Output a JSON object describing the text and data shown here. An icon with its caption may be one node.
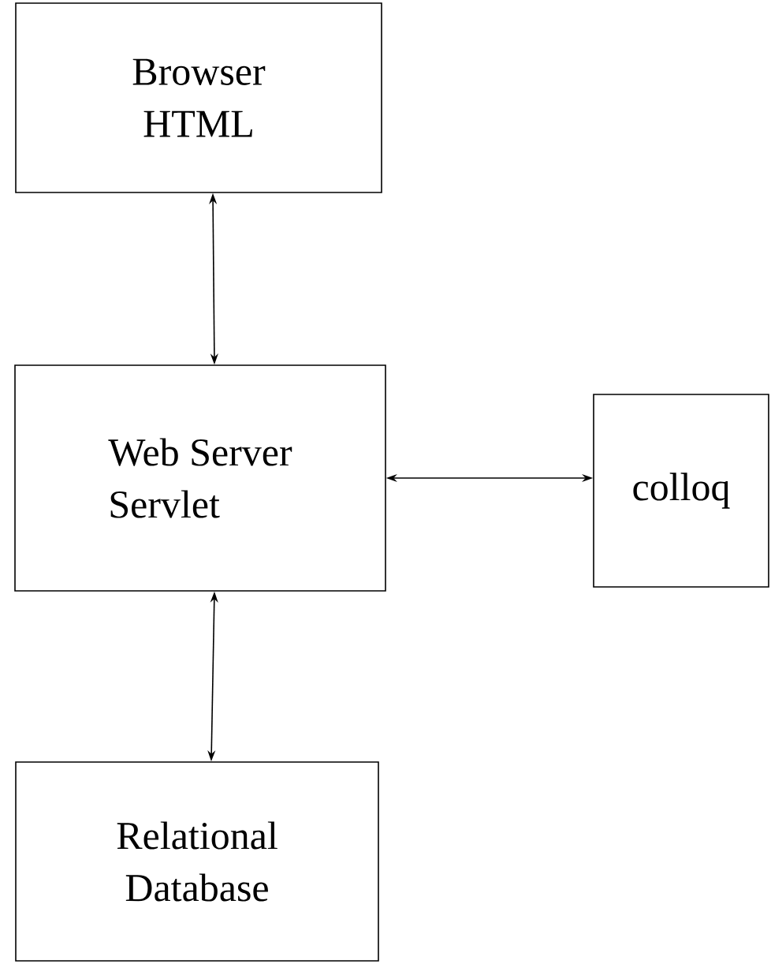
{
  "diagram": {
    "nodes": [
      {
        "text": [
          "Browser",
          "HTML"
        ]
      },
      {
        "text": [
          "Web Server",
          "Servlet"
        ]
      },
      {
        "text": [
          "colloq"
        ]
      },
      {
        "text": [
          "Relational",
          "Database"
        ]
      }
    ],
    "edges": [
      {
        "from": 0,
        "to": 1,
        "arrow": "both"
      },
      {
        "from": 1,
        "to": 2,
        "arrow": "both"
      },
      {
        "from": 1,
        "to": 3,
        "arrow": "both"
      }
    ]
  }
}
